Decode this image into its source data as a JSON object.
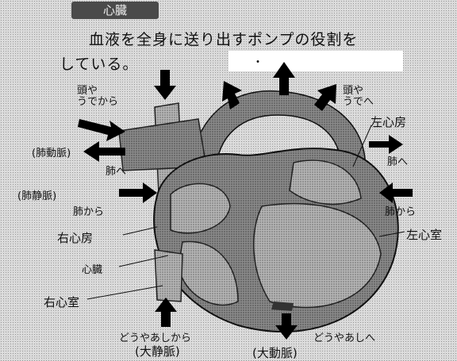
{
  "header": {
    "title": "心臓",
    "intro_line1": "血液を全身に送り出すポンプの役割を",
    "intro_line2": "している。",
    "dot": "・"
  },
  "labels": {
    "head_arms_from": "頭や\nうでから",
    "head_arms_to": "頭や\nうでへ",
    "left_atrium": "左心房",
    "pulmonary_artery": "(肺動脈)",
    "to_lungs_left": "肺へ",
    "to_lungs_right": "肺へ",
    "pulmonary_vein": "(肺静脈)",
    "from_lungs_left": "肺から",
    "from_lungs_right": "肺から",
    "right_atrium": "右心房",
    "left_ventricle": "左心室",
    "heart": "心臓",
    "right_ventricle": "右心室",
    "from_body": "どうやあしから",
    "vena_cava": "(大静脈)",
    "to_body": "どうやあしへ",
    "aorta": "(大動脈)"
  }
}
